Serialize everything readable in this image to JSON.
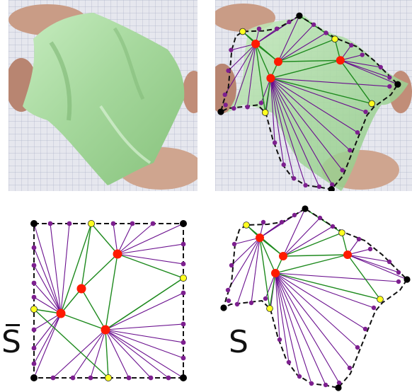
{
  "labels": {
    "flat_domain": "S",
    "curved_surface": "S"
  },
  "colors": {
    "boundary_edge": "#6a0f8e",
    "interior_edge": "#1e8a1e",
    "interior_vertex": "#ff1a00",
    "boundary_vertex_purple": "#7d1f8f",
    "boundary_vertex_yellow": "#ffff20",
    "corner_vertex": "#000000",
    "paper": "#a9d9a1",
    "grid_paper": "#e9eaf0"
  },
  "photos": [
    {
      "name": "paper-photo-plain",
      "annotated": false
    },
    {
      "name": "paper-photo-annotated",
      "annotated": true
    }
  ]
}
